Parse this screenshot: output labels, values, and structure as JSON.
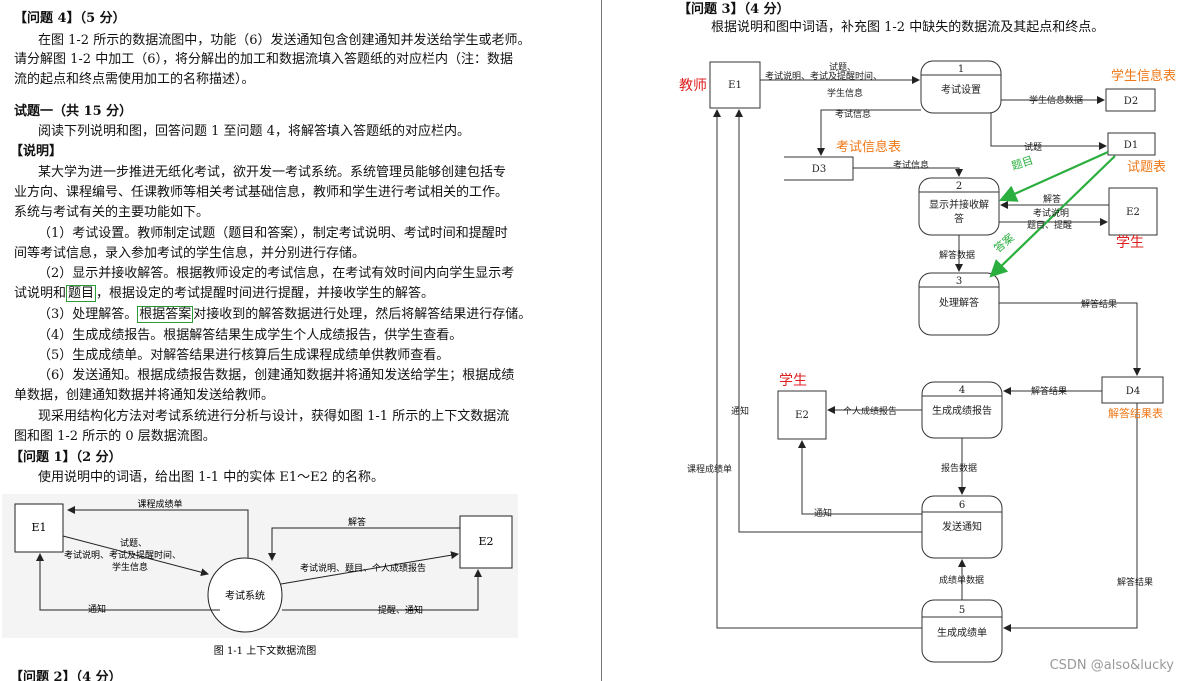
{
  "left": {
    "q4_title": "【问题 4】（5 分）",
    "q4_text": [
      "在图 1-2 所示的数据流图中，功能（6）发送通知包含创建通知并发送给学生或老师。",
      "请分解图 1-2 中加工（6），将分解出的加工和数据流填入答题纸的对应栏内（注：数据",
      "流的起点和终点需使用加工的名称描述）。"
    ],
    "test_title": "试题一（共 15 分）",
    "intro": "阅读下列说明和图，回答问题 1 至问题 4，将解答填入答题纸的对应栏内。",
    "desc_title": "【说明】",
    "desc": [
      "某大学为进一步推进无纸化考试，欲开发一考试系统。系统管理员能够创建包括专",
      "业方向、课程编号、任课教师等相关考试基础信息，教师和学生进行考试相关的工作。",
      "系统与考试有关的主要功能如下。",
      "（1）考试设置。教师制定试题（题目和答案），制定考试说明、考试时间和提醒时",
      "间等考试信息，录入参加考试的学生信息，并分别进行存储。",
      "（2）显示并接收解答。根据教师设定的考试信息，在考试有效时间内向学生显示考"
    ],
    "line_ti_pre": "试说明和",
    "line_ti_box": "题目",
    "line_ti_post": "，根据设定的考试提醒时间进行提醒，并接收学生的解答。",
    "line3_pre": "（3）处理解答。",
    "line3_box": "根据答案",
    "line3_post": "对接收到的解答数据进行处理，然后将解答结果进行存储。",
    "desc2": [
      "（4）生成成绩报告。根据解答结果生成学生个人成绩报告，供学生查看。",
      "（5）生成成绩单。对解答结果进行核算后生成课程成绩单供教师查看。",
      "（6）发送通知。根据成绩报告数据，创建通知数据并将通知发送给学生；根据成绩",
      "单数据，创建通知数据并将通知发送给教师。",
      "现采用结构化方法对考试系统进行分析与设计，获得如图 1-1 所示的上下文数据流",
      "图和图 1-2 所示的 0 层数据流图。"
    ],
    "q1_title": "【问题 1】（2 分）",
    "q1_text": "使用说明中的词语，给出图 1-1 中的实体 E1～E2 的名称。",
    "fig11": {
      "e1": "E1",
      "e2": "E2",
      "process": "考试系统",
      "top_flow": "课程成绩单",
      "left_flow": [
        "试题、",
        "考试说明、考试及提醒时间、",
        "学生信息"
      ],
      "notice_left": "通知",
      "answer_flow": "解答",
      "mid_flow": "考试说明、题目、个人成绩报告",
      "bottom_flow": "提醒、通知",
      "caption": "图 1-1    上下文数据流图"
    },
    "q2_title": "【问题 2】（4 分）"
  },
  "right": {
    "q3_title": "【问题 3】（4 分）",
    "q3_text": "根据说明和图中词语，补充图 1-2 中缺失的数据流及其起点和终点。",
    "dfd": {
      "e1": "E1",
      "e2": "E2",
      "d1": "D1",
      "d2": "D2",
      "d3": "D3",
      "d4": "D4",
      "p1_num": "1",
      "p1_name": "考试设置",
      "p2_num": "2",
      "p2_name_1": "显示并接收解",
      "p2_name_2": "答",
      "p3_num": "3",
      "p3_name": "处理解答",
      "p4_num": "4",
      "p4_name": "生成成绩报告",
      "p5_num": "5",
      "p5_name": "生成成绩单",
      "p6_num": "6",
      "p6_name": "发送通知",
      "e2b": "E2",
      "f_e1_p1": [
        "试题、",
        "考试说明、考试及提醒时间、",
        "学生信息"
      ],
      "f_p1_d2": "学生信息数据",
      "f_p1_d3": "考试信息",
      "f_p1_d1": "试题",
      "f_d3_p2": "考试信息",
      "f_e2_p2": "解答",
      "f_p2_e2": [
        "考试说明",
        "题目、提醒"
      ],
      "f_p2_p3": "解答数据",
      "f_p3_d4": "解答结果",
      "f_d4_p4": "解答结果",
      "f_p4_e2": "个人成绩报告",
      "f_p4_p6": "报告数据",
      "f_p6_e2": "通知",
      "f_p6_e1": "通知",
      "f_p5_e1": "课程成绩单",
      "f_p5_p6": "成绩单数据",
      "f_d4_p5": "解答结果"
    },
    "annotations": {
      "teacher": "教师",
      "student_info_table": "学生信息表",
      "exam_info_table": "考试信息表",
      "question_table": "试题表",
      "student_1": "学生",
      "student_2": "学生",
      "answer_result_table": "解答结果表",
      "green_timu": "题目",
      "green_daan": "答案"
    },
    "colors": {
      "annotation_red": "#e02020",
      "annotation_orange": "#f07818",
      "annotation_green": "#2aae3e"
    }
  },
  "watermark": "CSDN @also&lucky"
}
